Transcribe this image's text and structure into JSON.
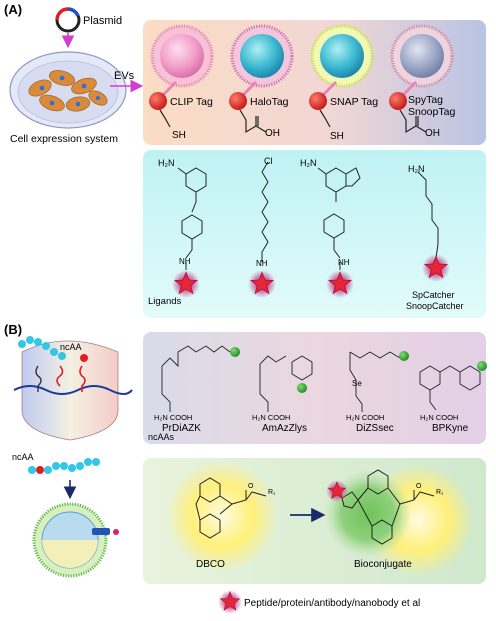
{
  "panel_a": {
    "label": "(A)",
    "plasmid_label": "Plasmid",
    "cell_label": "Cell expression system",
    "evs_label": "EVs",
    "tags": [
      {
        "name": "CLIP Tag",
        "group": "SH"
      },
      {
        "name": "HaloTag",
        "group": "OH"
      },
      {
        "name": "SNAP Tag",
        "group": "SH"
      },
      {
        "name": "SpyTag",
        "name2": "SnoopTag",
        "group": "OH"
      }
    ],
    "ligands": {
      "caption": "Ligands",
      "clip_amine": "H₂N",
      "halo_chloride": "Cl",
      "snap_amine": "H₂N",
      "spcatcher_amine": "H₂N",
      "spcatcher_name": "SpCatcher",
      "spcatcher_name2": "SnoopCatcher"
    }
  },
  "panel_b": {
    "label": "(B)",
    "ncaa_label": "ncAA",
    "ncaa_label2": "ncAA",
    "ncaas_caption": "ncAAs",
    "ncaas": [
      "PrDiAZK",
      "AmAzZlys",
      "DiZSsec",
      "BPKyne"
    ],
    "dbco_label": "DBCO",
    "bioconjugate_label": "Bioconjugate",
    "legend": "Peptide/protein/antibody/nanobody et al"
  },
  "colors": {
    "star_red": "#e8233a",
    "star_glow": "#c25a9b",
    "arrow_magenta": "#d63bd1",
    "panel_a_top_bg": "#f6d2b8",
    "panel_a_ligand_bg": "#c8f3f4",
    "panel_b_ncaa_bg": "#e4d2e2",
    "panel_b_react_bg": "#d6ecd4"
  }
}
